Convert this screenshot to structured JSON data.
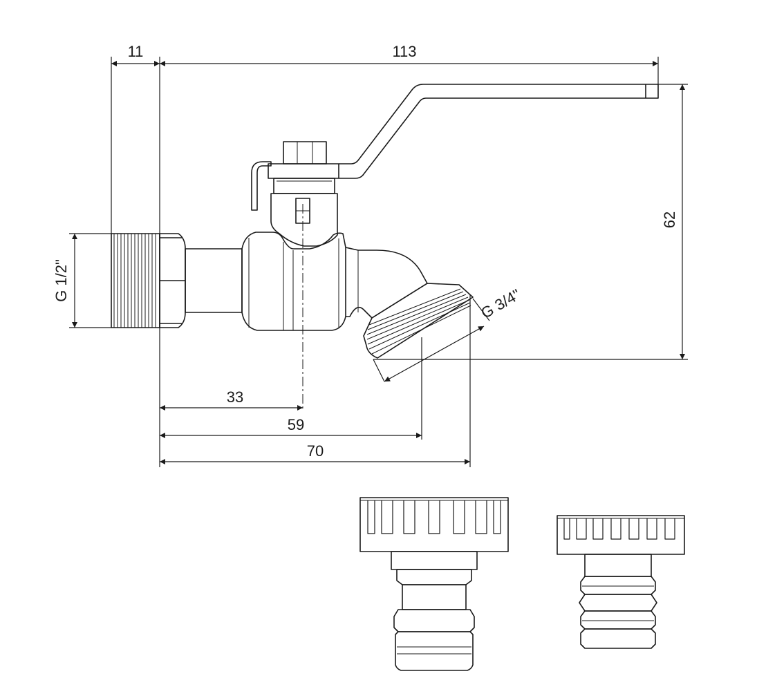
{
  "dimensions": {
    "thread_length": "11",
    "total_length": "113",
    "height": "62",
    "inlet_thread": "G 1/2\"",
    "outlet_thread": "G 3/4\"",
    "axis_offset": "33",
    "outlet_center_offset": "59",
    "outlet_end_offset": "70"
  },
  "colors": {
    "line": "#1a1a1a",
    "background": "#ffffff"
  }
}
